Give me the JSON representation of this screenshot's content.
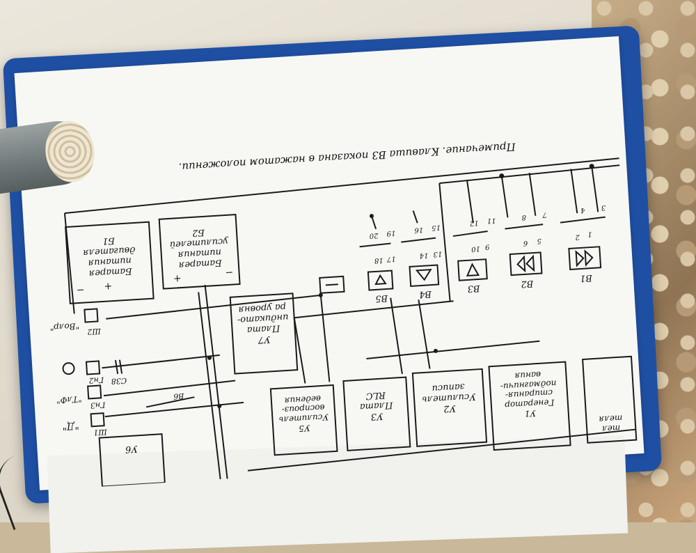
{
  "note": "Примечание. Клавиша В3 показана в нажатом положении.",
  "blocks": {
    "b1": "Батарея\nпитания\nдвигателя\nБ1",
    "b2": "Батарея\nпитания\nусилителей\nБ2",
    "u7": "У7\nПлата\nиндикато-\nра уровня",
    "u5": "У5\nУсилитель\nвоспроиз-\nведения",
    "u3": "У3\nПлата\nRLC",
    "u2": "У2\nУсилитель\nзаписи",
    "u1": "У1\nГенератор\nстирания-\nподмагничи-\nвания",
    "u6": "У6",
    "edge": "тел\nтеля"
  },
  "keys": [
    "В1",
    "В2",
    "В3",
    "В4",
    "В5"
  ],
  "pins": [
    "1",
    "2",
    "3",
    "4",
    "5",
    "6",
    "7",
    "8",
    "9",
    "10",
    "11",
    "12",
    "13",
    "14",
    "15",
    "16",
    "17",
    "18",
    "19",
    "20"
  ],
  "connectors": {
    "sh2": "Ш2",
    "sh2_label": "\"Волр\"",
    "gn2": "Гн2",
    "c38": "С38",
    "gn3": "Гн3",
    "gn3_label": "\"ТлФ\"",
    "sh1": "Ш1",
    "sh1_label": "\"Д\"",
    "b6": "В6"
  },
  "polarity": [
    "+",
    "−",
    "+",
    "−"
  ]
}
